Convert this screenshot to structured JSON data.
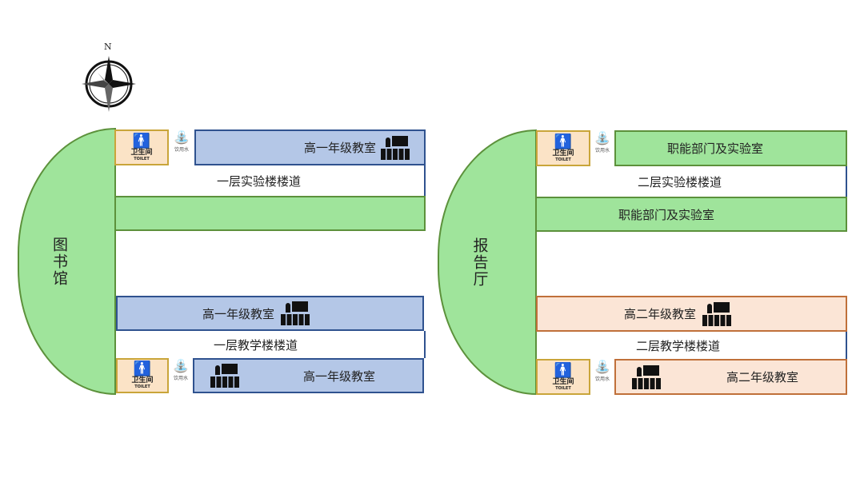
{
  "compass": {
    "north_label": "N"
  },
  "left_building": {
    "hall": "图书馆",
    "top_classroom": "高一年级教室",
    "top_corridor": "一层实验楼楼道",
    "mid_classroom": "高一年级教室",
    "bottom_corridor": "一层教学楼楼道",
    "bottom_classroom": "高一年级教室"
  },
  "right_building": {
    "hall": "报告厅",
    "top_room": "职能部门及实验室",
    "top_corridor": "二层实验楼楼道",
    "second_room": "职能部门及实验室",
    "mid_classroom": "高二年级教室",
    "bottom_corridor": "二层教学楼楼道",
    "bottom_classroom": "高二年级教室"
  },
  "toilet": {
    "label_cn": "卫生间",
    "label_en": "TOILET"
  },
  "water": {
    "label": "饮用水"
  },
  "colors": {
    "green": "#9fe49b",
    "blue": "#b4c7e7",
    "orange": "#fbe5d6"
  }
}
